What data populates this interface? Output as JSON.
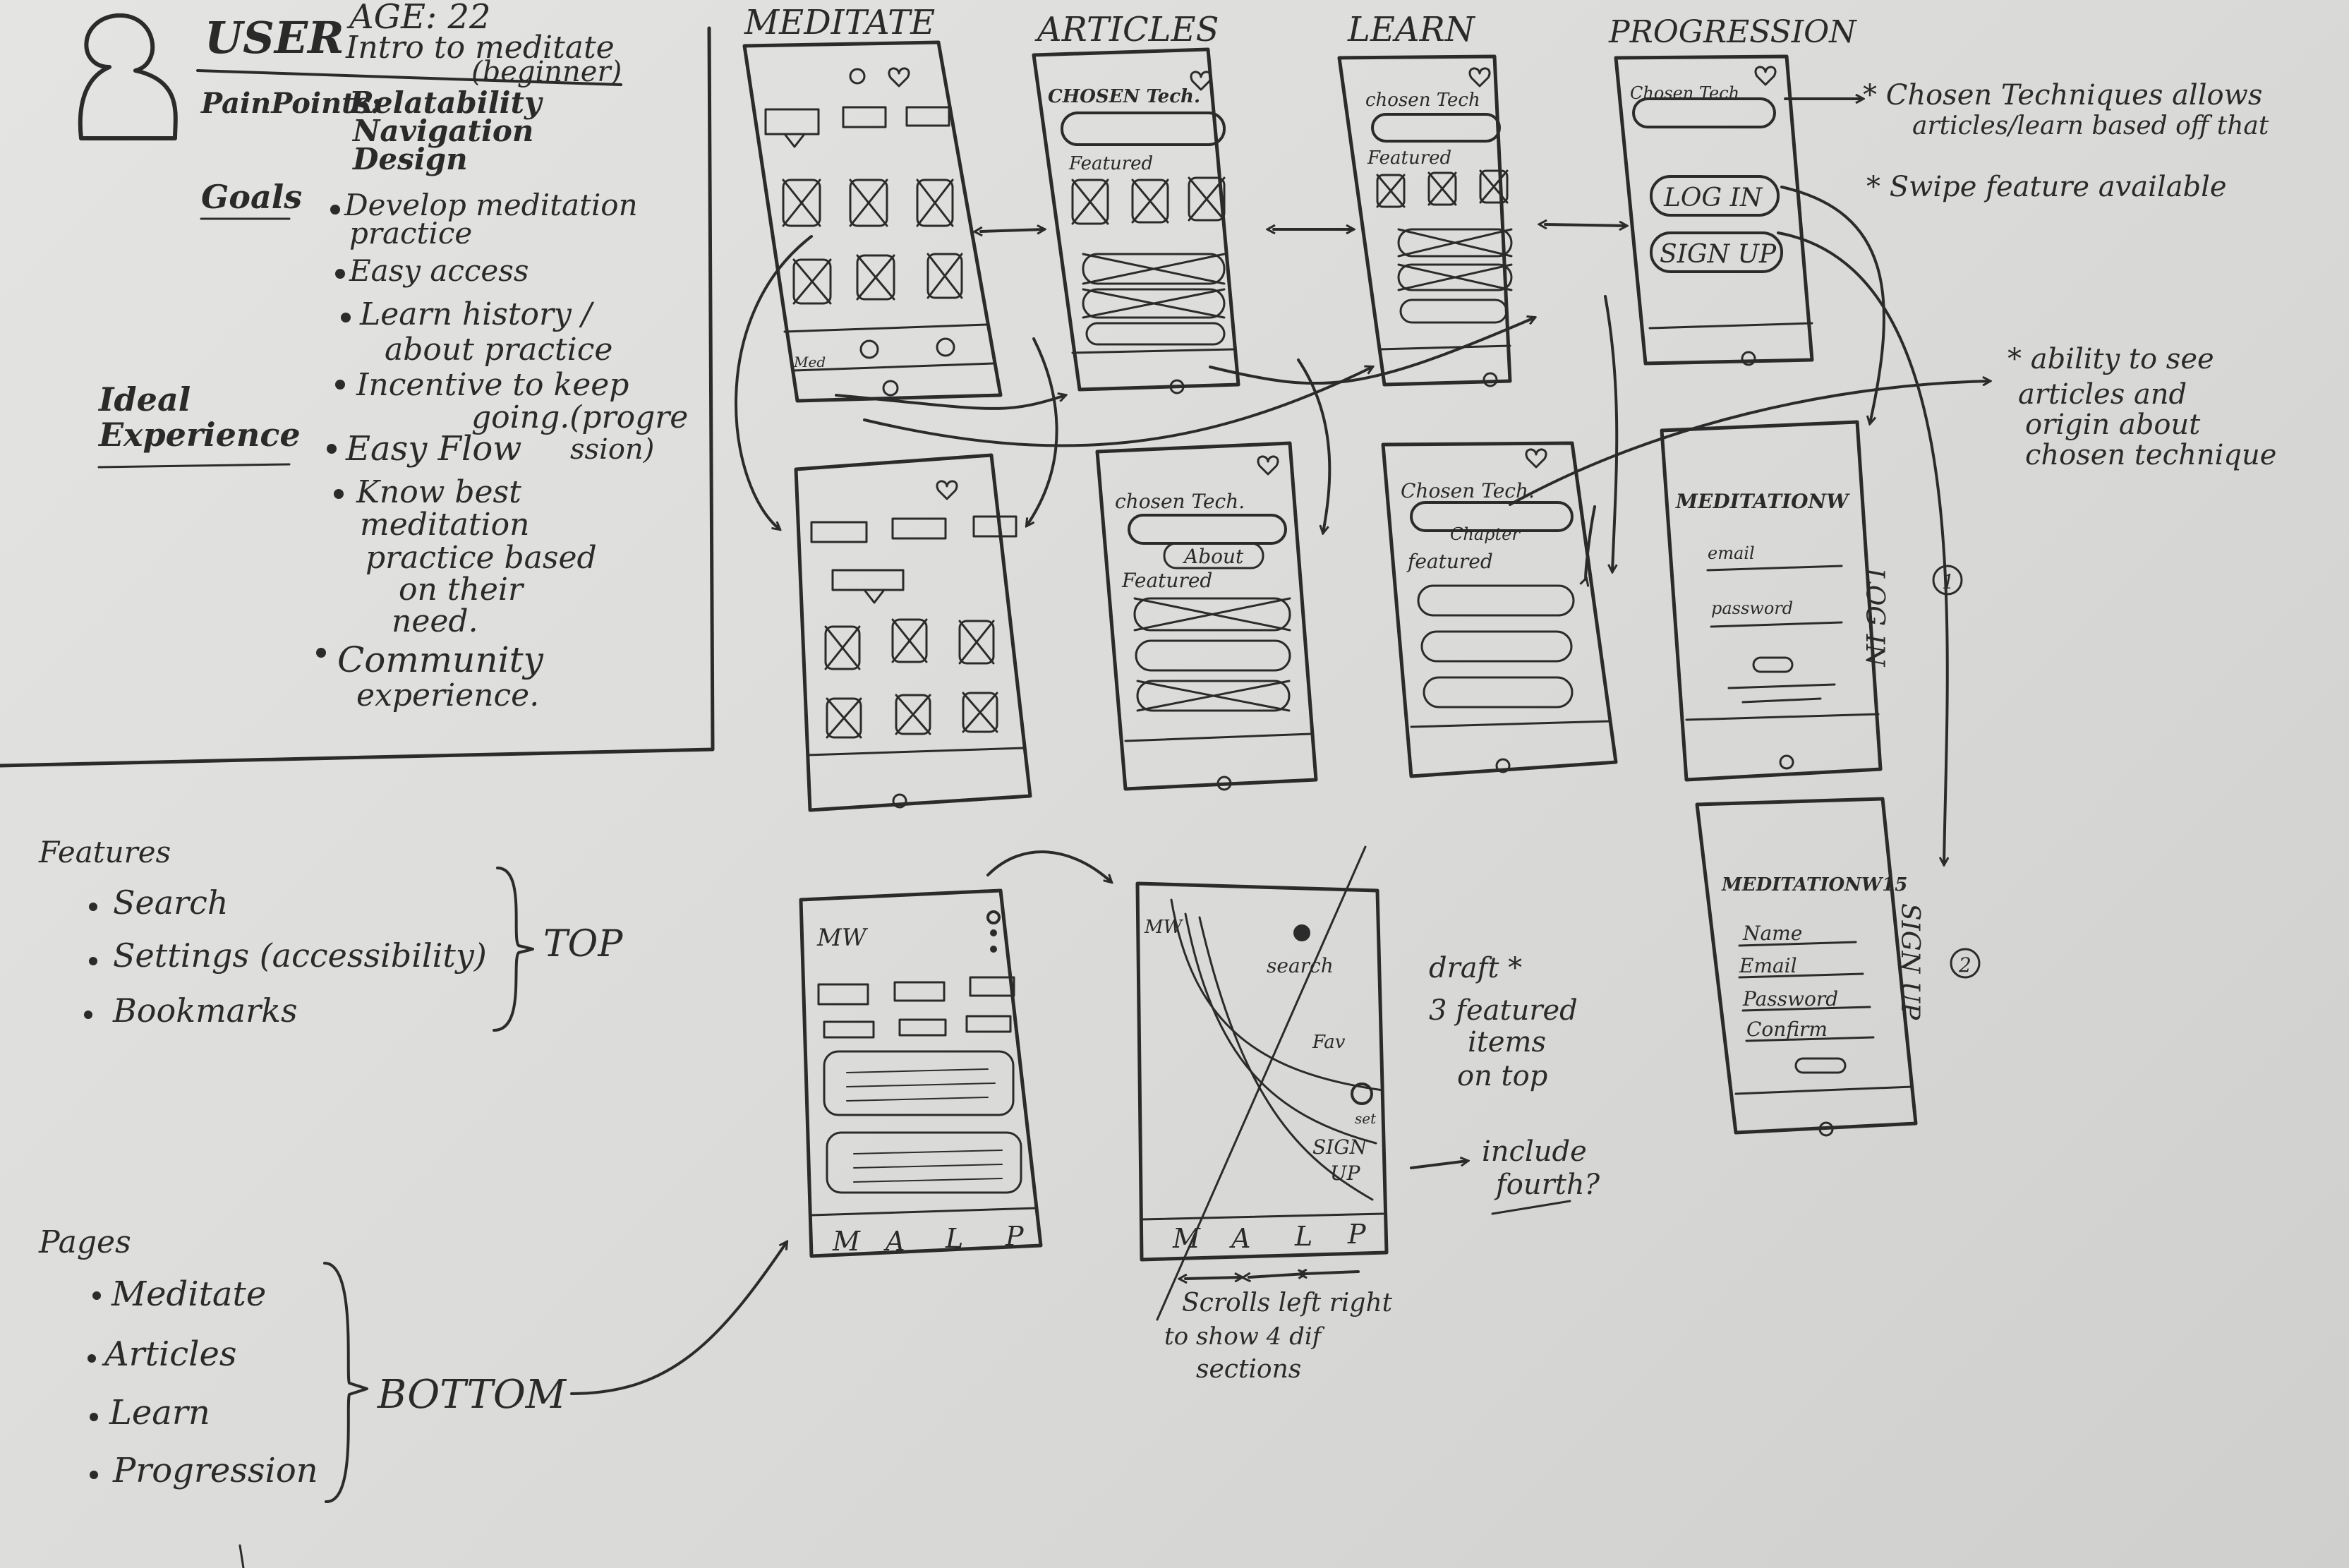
{
  "persona": {
    "heading": "USER",
    "age": "AGE: 22",
    "intro_line1": "Intro to meditate",
    "intro_line2": "(beginner)",
    "painpoints_label": "PainPoints:",
    "painpoints": [
      "Relatability",
      "Navigation",
      "Design"
    ],
    "goals_label": "Goals",
    "goals": [
      [
        "Develop meditation",
        "practice"
      ],
      [
        "Easy access"
      ],
      [
        "Learn history /",
        "about practice"
      ],
      [
        "Incentive to keep",
        "going.(progre",
        "ssion)"
      ]
    ],
    "ideal_label_1": "Ideal",
    "ideal_label_2": "Experience",
    "ideal": [
      [
        "Easy Flow"
      ],
      [
        "Know best",
        "meditation",
        "practice based",
        "on their",
        "need."
      ],
      [
        "Community",
        "experience."
      ]
    ]
  },
  "columns": [
    "MEDITATE",
    "ARTICLES",
    "LEARN",
    "PROGRESSION"
  ],
  "screens": {
    "articles_top": {
      "chosen": "CHOSEN Tech.",
      "featured": "Featured"
    },
    "learn_top": {
      "chosen": "chosen Tech",
      "featured": "Featured"
    },
    "progression_top": {
      "chosen": "Chosen Tech",
      "login": "LOG IN",
      "signup": "SIGN UP"
    },
    "articles_bottom": {
      "chosen": "chosen Tech.",
      "about": "About",
      "featured": "Featured"
    },
    "learn_bottom": {
      "chosen": "Chosen Tech.",
      "chapter": "Chapter",
      "featured": "featured"
    },
    "login": {
      "title": "MEDITATIONW",
      "email": "email",
      "password": "password",
      "side": "LOG IN",
      "num": "1"
    },
    "signup": {
      "title": "MEDITATIONW15",
      "fields": [
        "Name",
        "Email",
        "Password",
        "Confirm"
      ],
      "side": "SIGN UP",
      "num": "2"
    },
    "home": {
      "logo": "MW",
      "nav": [
        "M",
        "A",
        "L",
        "P"
      ]
    },
    "menu": {
      "logo": "MW",
      "items": [
        "search",
        "Fav",
        "set",
        "SIGN",
        "UP"
      ],
      "nav": [
        "M",
        "A",
        "L",
        "P"
      ]
    }
  },
  "tab_labels": {
    "meditate": "Med"
  },
  "notes": {
    "chosen_1": "* Chosen Techniques allows",
    "chosen_2": "articles/learn based off that",
    "swipe": "* Swipe feature available",
    "ability": [
      "* ability to see",
      "articles and",
      "origin about",
      "chosen technique"
    ],
    "draft": [
      "draft *",
      "3 featured",
      "items",
      "on top"
    ],
    "include": [
      "include",
      "fourth?"
    ],
    "scrolls": [
      "Scrolls left right",
      "to show 4 dif",
      "sections"
    ]
  },
  "features": {
    "label": "Features",
    "items": [
      "Search",
      "Settings (accessibility)",
      "Bookmarks"
    ],
    "bracket": "TOP"
  },
  "pages": {
    "label": "Pages",
    "items": [
      "Meditate",
      "Articles",
      "Learn",
      "Progression"
    ],
    "bracket": "BOTTOM"
  }
}
